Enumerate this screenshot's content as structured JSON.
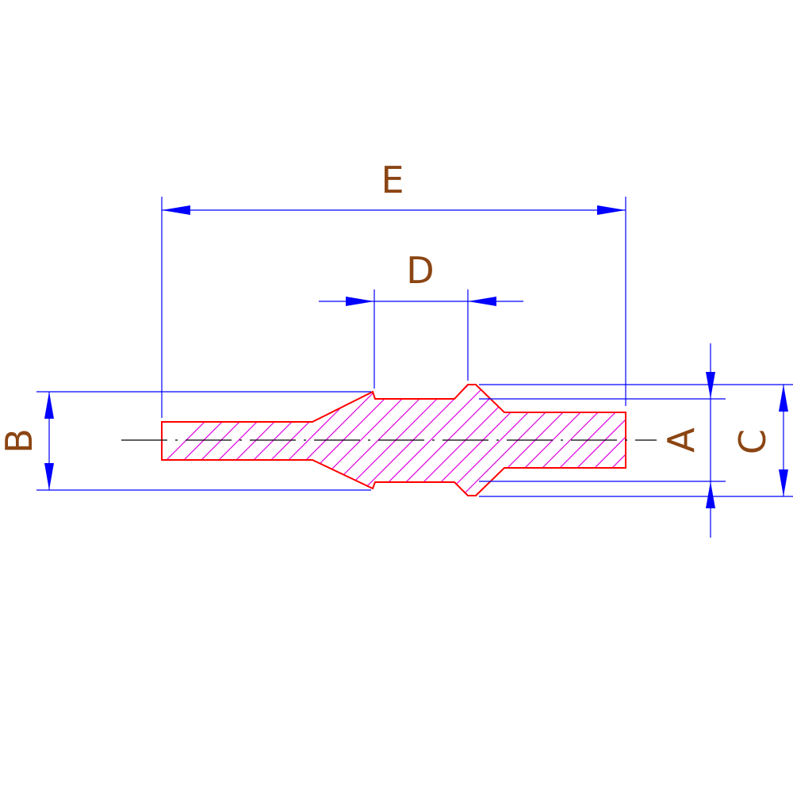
{
  "dimension_labels": {
    "overall_length": "E",
    "middle_section": "D",
    "left_diameter": "B",
    "right_diameter": "A",
    "shoulder_diameter": "C"
  },
  "colors": {
    "part_outline": "#ff0000",
    "hatch": "#e000e0",
    "dimension_lines": "#0000ff",
    "label_text": "#8b4513",
    "centerline": "#000000",
    "background": "#ffffff"
  }
}
